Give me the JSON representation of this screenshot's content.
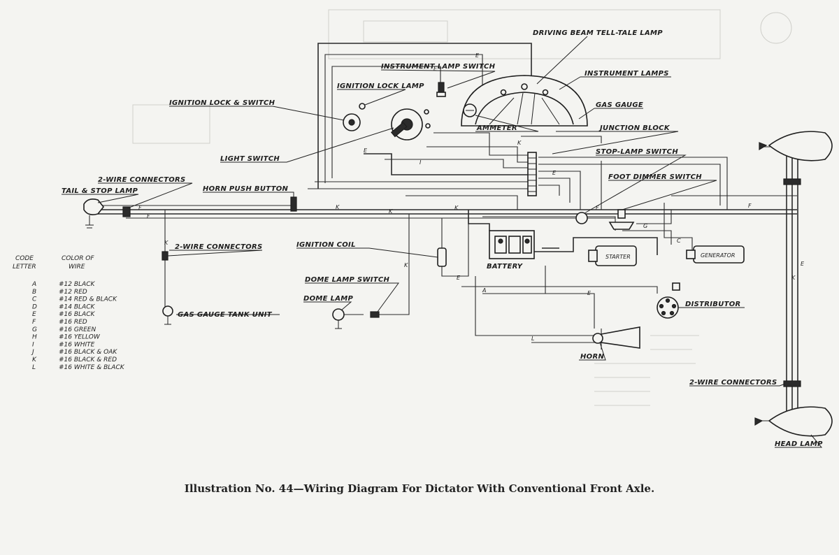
{
  "caption": "Illustration No. 44—Wiring Diagram For Dictator With Conventional Front Axle.",
  "labels": {
    "driving_beam": "DRIVING BEAM TELL-TALE LAMP",
    "instrument_lamp_switch": "INSTRUMENT LAMP SWITCH",
    "instrument_lamps": "INSTRUMENT LAMPS",
    "ignition_lock_lamp": "IGNITION LOCK LAMP",
    "gas_gauge": "GAS GAUGE",
    "ignition_lock_switch": "IGNITION LOCK & SWITCH",
    "ammeter": "AMMETER",
    "junction_block": "JUNCTION BLOCK",
    "stop_lamp_switch": "STOP-LAMP SWITCH",
    "light_switch": "LIGHT SWITCH",
    "two_wire_top": "2-WIRE CONNECTORS",
    "foot_dimmer": "FOOT DIMMER SWITCH",
    "tail_stop": "TAIL & STOP LAMP",
    "horn_push": "HORN PUSH BUTTON",
    "two_wire_mid": "2-WIRE CONNECTORS",
    "ignition_coil": "IGNITION COIL",
    "battery": "BATTERY",
    "starter": "STARTER",
    "generator": "GENERATOR",
    "dome_lamp_switch": "DOME LAMP SWITCH",
    "dome_lamp": "DOME LAMP",
    "gas_tank_unit": "GAS GAUGE TANK UNIT",
    "distributor": "DISTRIBUTOR",
    "horn": "HORN",
    "two_wire_right": "2-WIRE CONNECTORS",
    "head_lamp": "HEAD LAMP"
  },
  "legend": {
    "header_code": [
      "CODE",
      "LETTER"
    ],
    "header_color": [
      "COLOR OF",
      "WIRE"
    ],
    "entries": [
      {
        "code": "A",
        "color": "#12 BLACK"
      },
      {
        "code": "B",
        "color": "#12 RED"
      },
      {
        "code": "C",
        "color": "#14 RED & BLACK"
      },
      {
        "code": "D",
        "color": "#14 BLACK"
      },
      {
        "code": "E",
        "color": "#16 BLACK"
      },
      {
        "code": "F",
        "color": "#16 RED"
      },
      {
        "code": "G",
        "color": "#16 GREEN"
      },
      {
        "code": "H",
        "color": "#16 YELLOW"
      },
      {
        "code": "I",
        "color": "#16 WHITE"
      },
      {
        "code": "J",
        "color": "#16 BLACK & OAK"
      },
      {
        "code": "K",
        "color": "#16 BLACK & RED"
      },
      {
        "code": "L",
        "color": "#16 WHITE & BLACK"
      }
    ]
  },
  "wire_letters": {
    "w1": "E",
    "w2": "E",
    "w3": "F",
    "w4": "K",
    "w5": "K",
    "w6": "F",
    "w7": "K",
    "w8": "E",
    "w9": "K",
    "w10": "E",
    "w11": "F",
    "w12": "E",
    "w13": "A",
    "w14": "K",
    "w15": "L",
    "w16": "E",
    "w17": "F",
    "w18": "C",
    "w19": "C",
    "w20": "G",
    "w21": "K",
    "w22": "F",
    "w23": "I",
    "w24": "K",
    "w25": "E"
  },
  "colors": {
    "ink": "#2a2a2a",
    "paper": "#f4f4f1"
  }
}
